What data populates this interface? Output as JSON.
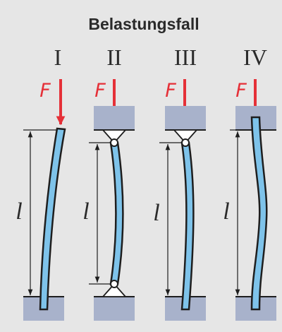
{
  "title": "Belastungsfall",
  "cases": [
    {
      "numeral": "I",
      "force": "F",
      "length": "l"
    },
    {
      "numeral": "II",
      "force": "F",
      "length": "l"
    },
    {
      "numeral": "III",
      "force": "F",
      "length": "l"
    },
    {
      "numeral": "IV",
      "force": "F",
      "length": "l"
    }
  ],
  "colors": {
    "background": "#e6e6e6",
    "support": "#a8b2cb",
    "beam": "#7ec3ea",
    "force": "#e53038",
    "outline": "#1e1e1e"
  }
}
